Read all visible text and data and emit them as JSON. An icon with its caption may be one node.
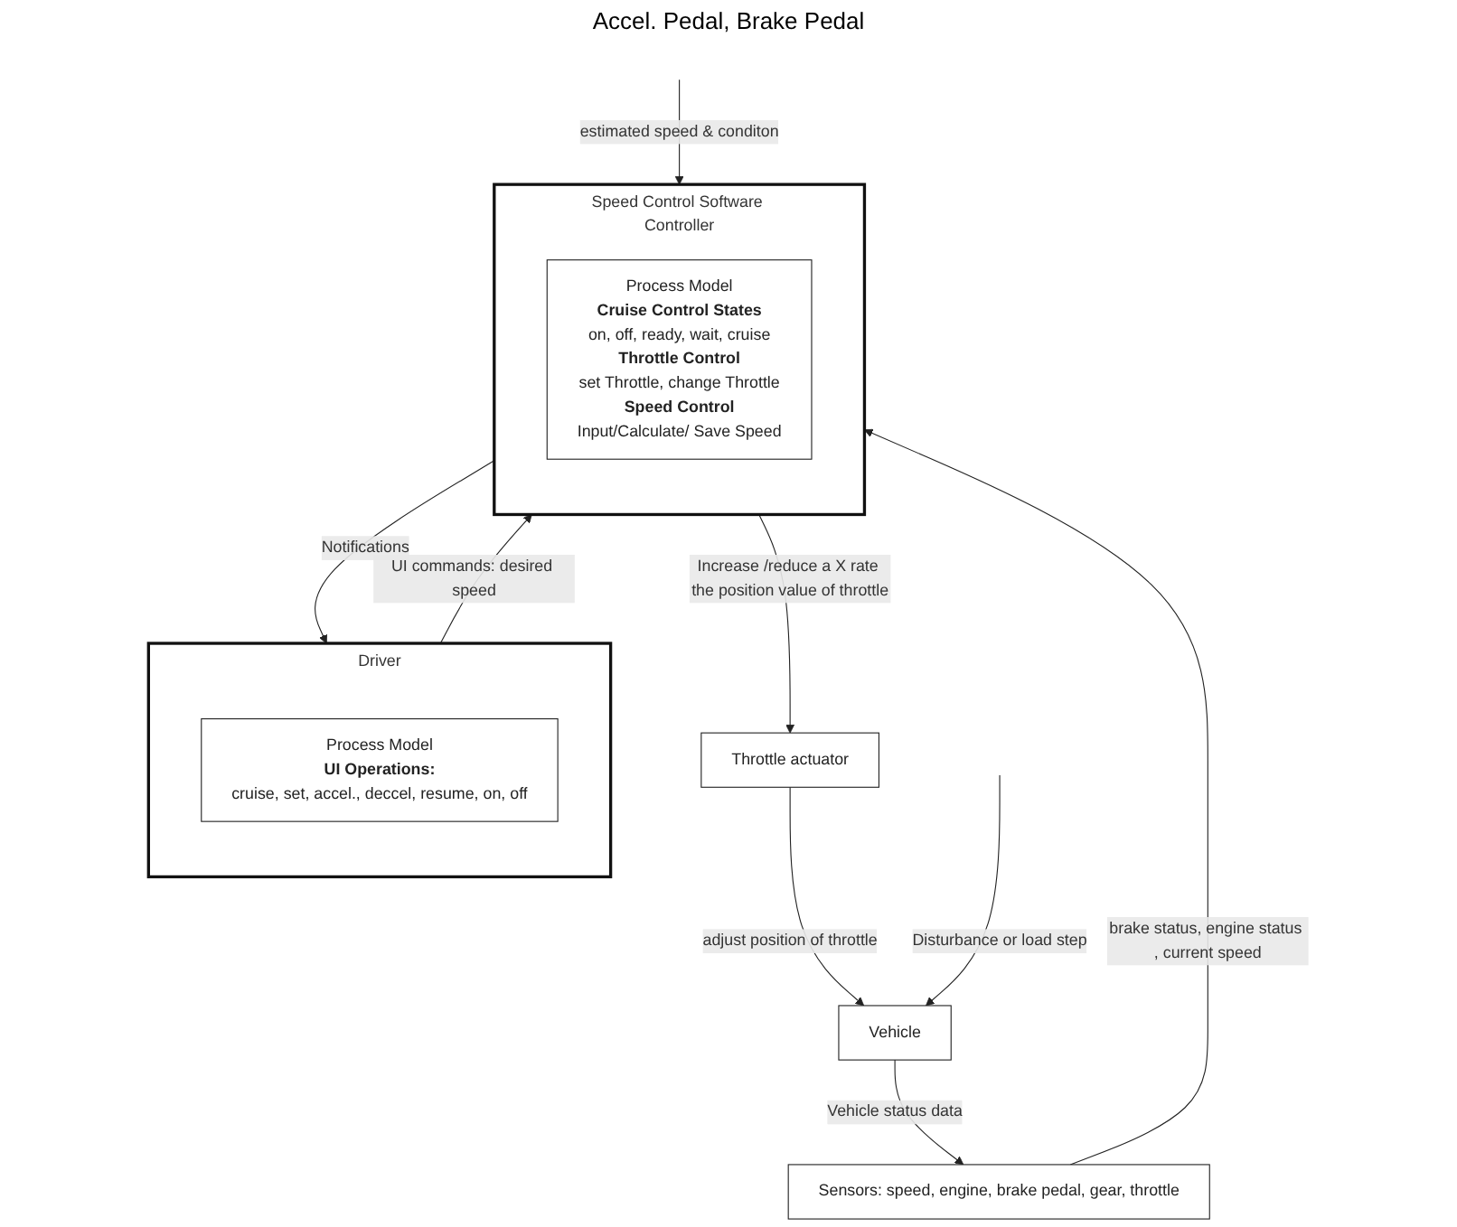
{
  "diagram": {
    "nodes": [
      {
        "text": [
          "Driver"
        ]
      },
      {
        "text": [
          "Process Model",
          "UI Operations:",
          "cruise, set, accel., deccel, resume, on, off"
        ],
        "in": 0
      },
      {
        "text": [
          "Speed Control Software Controller"
        ]
      },
      {
        "text": [
          "Process Model",
          "Cruise Control States",
          "on, off, ready, wait, cruise",
          "Throttle Control",
          "set Throttle, change Throttle",
          "Speed Control",
          "Input/Calculate/ Save Speed"
        ],
        "in": 2
      },
      {
        "text": [
          "Throttle actuator"
        ]
      },
      {
        "text": [
          "Vehicle"
        ]
      },
      {
        "text": [
          "Sensors: speed, engine, brake pedal, gear, throttle"
        ]
      }
    ],
    "edges": [
      {
        "from": 0,
        "to": 2,
        "arrow": "to",
        "label": "UI commands: desired speed"
      },
      {
        "from": 2,
        "to": 0,
        "arrow": "to",
        "label": "Notifications"
      },
      {
        "from": null,
        "to": 2,
        "arrow": "to",
        "label": "estimated speed & conditon"
      },
      {
        "from": 6,
        "to": 2,
        "arrow": "to",
        "label": "brake status, engine status , current speed"
      },
      {
        "from": 2,
        "to": 4,
        "arrow": "to",
        "label": "Increase /reduce a X rate the position value of throttle"
      },
      {
        "from": 4,
        "to": 5,
        "arrow": "to",
        "label": "adjust position of throttle"
      },
      {
        "from": 5,
        "to": 6,
        "arrow": "to",
        "label": "Vehicle status data"
      },
      {
        "from": null,
        "to": 5,
        "arrow": "to",
        "label": "Disturbance or load step"
      }
    ],
    "labels": [
      "Accel. Pedal, Brake Pedal"
    ]
  }
}
